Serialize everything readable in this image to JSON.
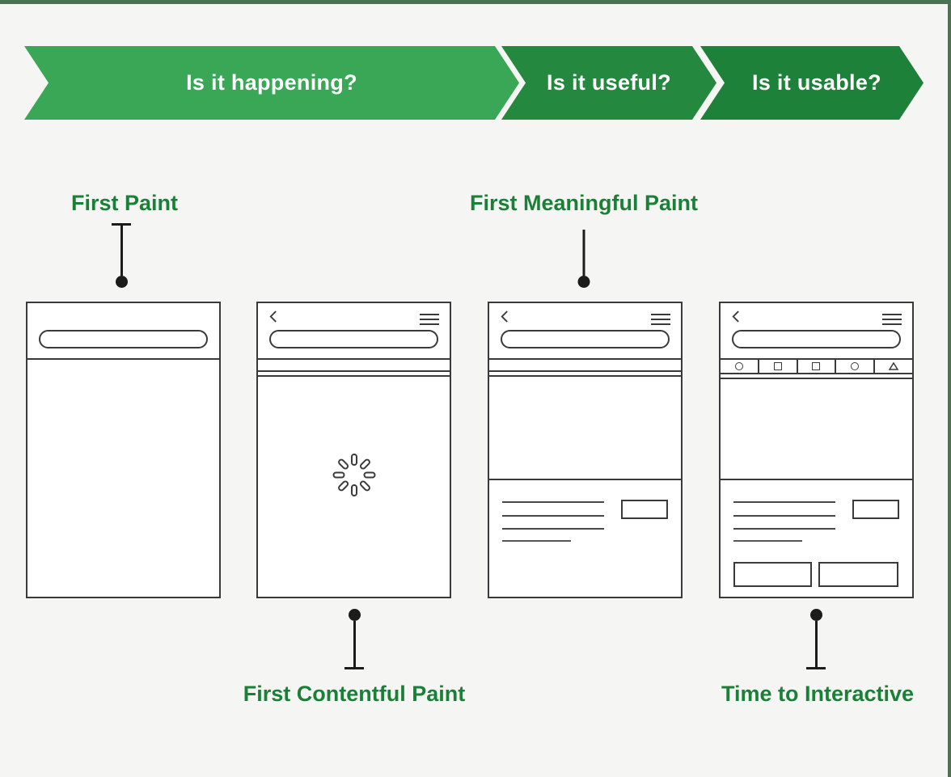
{
  "page": {
    "background_color": "#f5f5f3",
    "frame_accent_color": "#4b7353",
    "wireframe_line_color": "#3a3a3a"
  },
  "funnel_banner": {
    "text_color": "#ffffff",
    "steps": [
      {
        "label": "Is it happening?",
        "color": "#3aa757"
      },
      {
        "label": "Is it useful?",
        "color": "#25883f"
      },
      {
        "label": "Is it usable?",
        "color": "#1e8139"
      }
    ]
  },
  "metric_labels": {
    "color": "#1a8038",
    "first_paint": "First Paint",
    "first_contentful_paint": "First Contentful Paint",
    "first_meaningful_paint": "First Meaningful Paint",
    "time_to_interactive": "Time to Interactive"
  },
  "phone_mockups": [
    {
      "id": "first-paint",
      "elements": [
        "url-bar"
      ]
    },
    {
      "id": "first-contentful-paint",
      "elements": [
        "back-icon",
        "menu-icon",
        "url-bar",
        "tab-strip",
        "loading-spinner-icon"
      ]
    },
    {
      "id": "first-meaningful-paint",
      "elements": [
        "back-icon",
        "menu-icon",
        "url-bar",
        "tab-strip",
        "hero-placeholder",
        "text-lines",
        "button-placeholder"
      ]
    },
    {
      "id": "time-to-interactive",
      "elements": [
        "back-icon",
        "menu-icon",
        "url-bar",
        "icon-toolbar",
        "hero-placeholder",
        "text-lines",
        "button-placeholder",
        "action-button-placeholders"
      ],
      "toolbar_icons": [
        "circle-icon",
        "square-icon",
        "square-icon",
        "circle-icon",
        "triangle-icon"
      ]
    }
  ]
}
